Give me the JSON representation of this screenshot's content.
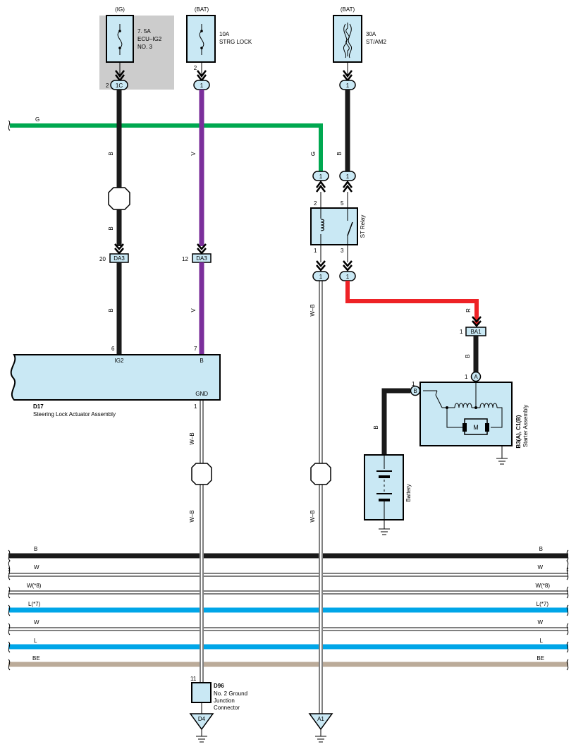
{
  "fuses": [
    {
      "source": "(IG)",
      "rating": "7. 5A",
      "name_lines": [
        "ECU–IG2",
        "NO. 3"
      ],
      "pin": "2",
      "connector": "1C"
    },
    {
      "source": "(BAT)",
      "rating": "10A",
      "name_lines": [
        "STRG LOCK"
      ],
      "pin": "2",
      "connector": "1"
    },
    {
      "source": "(BAT)",
      "rating": "30A",
      "name_lines": [
        "ST/AM2"
      ],
      "connector": "1"
    }
  ],
  "wire_labels": {
    "g_bus": "G",
    "b_upper": "B",
    "b_mid": "B",
    "b_lower": "B",
    "v_upper": "V",
    "v_lower": "V",
    "g_drop": "G",
    "b_relay_in": "B",
    "wb_relay_out": "W–B",
    "wb_lower": "W–B",
    "r_starter": "R",
    "b_starter": "B",
    "b_battery": "B",
    "wb_gnd_upper": "W–B",
    "wb_gnd_lower": "W–B"
  },
  "connectors": {
    "da3_left": {
      "pin": "20",
      "code": "DA3"
    },
    "da3_right": {
      "pin": "12",
      "code": "DA3"
    },
    "relay_in_g": "1",
    "relay_in_b": "1",
    "relay_out_wb": "1",
    "relay_out_r": "1",
    "ba1": {
      "pin": "1",
      "code": "BA1"
    },
    "starter_a": {
      "pin": "1",
      "code": "A"
    },
    "starter_b": {
      "pin": "1",
      "code": "B"
    }
  },
  "relay": {
    "name": "ST Relay",
    "pins": {
      "top_left": "2",
      "top_right": "5",
      "bottom_left": "1",
      "bottom_right": "3"
    }
  },
  "actuator": {
    "id": "D17",
    "name": "Steering Lock Actuator Assembly",
    "pins": [
      {
        "number": "6",
        "label": "IG2"
      },
      {
        "number": "7",
        "label": "B"
      }
    ],
    "gnd_label": "GND",
    "gnd_pin": "1"
  },
  "starter": {
    "id": "B3(A), C1(B)",
    "name": "Starter Assembly",
    "motor_label": "M"
  },
  "battery": {
    "name": "Battery"
  },
  "bus": [
    {
      "label": "B",
      "color": "#1a1a1a"
    },
    {
      "label": "W",
      "color": "#ffffff"
    },
    {
      "label": "W(*8)",
      "color": "#ffffff"
    },
    {
      "label": "L(*7)",
      "color": "#00a6e8"
    },
    {
      "label": "W",
      "color": "#ffffff"
    },
    {
      "label": "L",
      "color": "#00a6e8"
    },
    {
      "label": "BE",
      "color": "#bbab99"
    }
  ],
  "junction": {
    "id": "D96",
    "pin": "11",
    "name_lines": [
      "No. 2 Ground",
      "Junction",
      "Connector"
    ]
  },
  "grounds": [
    "D4",
    "A1"
  ],
  "colors": {
    "black_wire": "#1a1a1a",
    "violet_wire": "#7b2f9b",
    "green_wire": "#00a850",
    "red_wire": "#ee2226",
    "blue_wire": "#00a6e8",
    "beige_wire": "#bbab99",
    "component_fill": "#c9e8f4",
    "fuse_highlight": "#cccccc"
  }
}
